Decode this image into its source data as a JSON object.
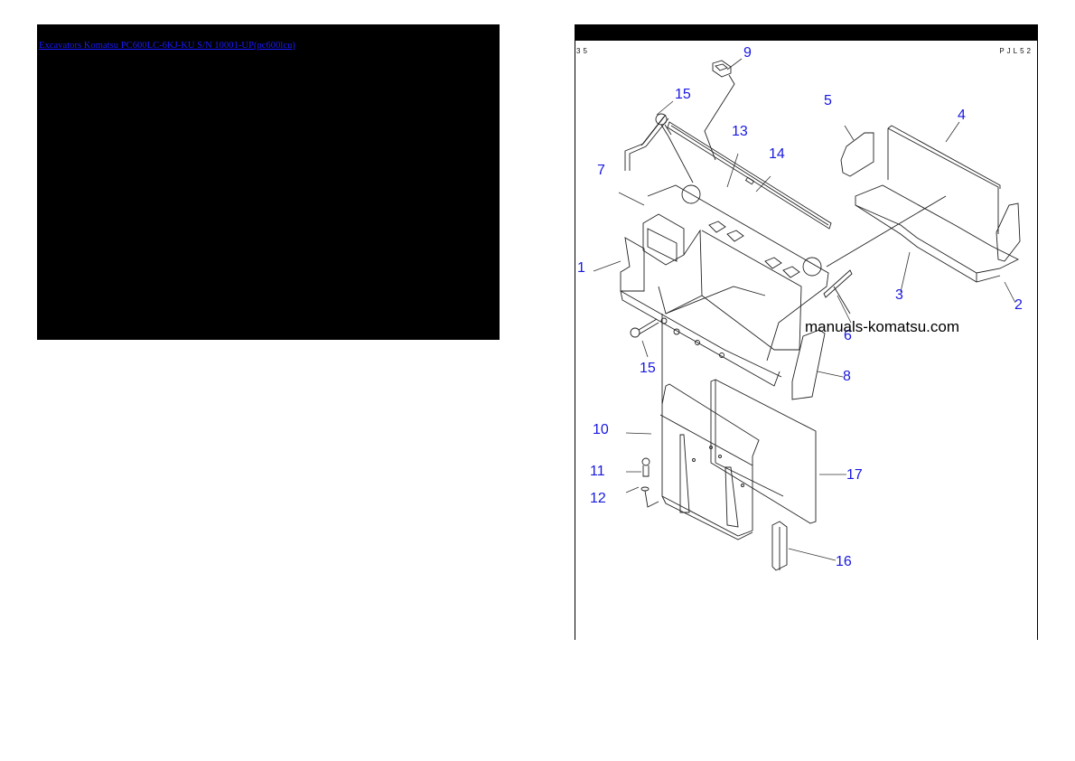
{
  "left_panel": {
    "link_text": "Excavators Komatsu PC600LC-6KJ-KU S/N 10001-UP(pc600lcu)",
    "background": "#000000",
    "link_color": "#1a1aff"
  },
  "diagram": {
    "page_number": "35",
    "page_code": "PJL52",
    "watermark": "manuals-komatsu.com",
    "callout_color": "#1818e0",
    "callouts": [
      {
        "id": "9",
        "label": "9"
      },
      {
        "id": "15a",
        "label": "15"
      },
      {
        "id": "5",
        "label": "5"
      },
      {
        "id": "4",
        "label": "4"
      },
      {
        "id": "13",
        "label": "13"
      },
      {
        "id": "14",
        "label": "14"
      },
      {
        "id": "7",
        "label": "7"
      },
      {
        "id": "1",
        "label": "1"
      },
      {
        "id": "3",
        "label": "3"
      },
      {
        "id": "2",
        "label": "2"
      },
      {
        "id": "6",
        "label": "6"
      },
      {
        "id": "15b",
        "label": "15"
      },
      {
        "id": "8",
        "label": "8"
      },
      {
        "id": "10",
        "label": "10"
      },
      {
        "id": "11",
        "label": "11"
      },
      {
        "id": "17",
        "label": "17"
      },
      {
        "id": "12",
        "label": "12"
      },
      {
        "id": "16",
        "label": "16"
      }
    ]
  }
}
